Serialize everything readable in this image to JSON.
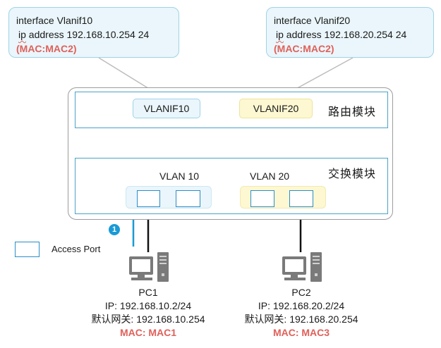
{
  "callouts": {
    "left": {
      "interface": "interface Vlanif10",
      "ip_prefix": "ip",
      "ip_rest": " address 192.168.10.254 24",
      "mac": "(MAC:MAC2)"
    },
    "right": {
      "interface": "interface Vlanif20",
      "ip_prefix": "ip",
      "ip_rest": " address 192.168.20.254 24",
      "mac": "(MAC:MAC2)"
    }
  },
  "switch": {
    "routing_module": {
      "label": "路由模块",
      "vlanif_left": "VLANIF10",
      "vlanif_right": "VLANIF20"
    },
    "switching_module": {
      "label": "交换模块",
      "vlan_left": "VLAN 10",
      "vlan_right": "VLAN 20"
    }
  },
  "step_badge": "1",
  "legend": {
    "label": "Access Port"
  },
  "pcs": [
    {
      "name": "PC1",
      "ip": "IP: 192.168.10.2/24",
      "gateway": "默认网关: 192.168.10.254",
      "mac": "MAC: MAC1"
    },
    {
      "name": "PC2",
      "ip": "IP: 192.168.20.2/24",
      "gateway": "默认网关: 192.168.20.254",
      "mac": "MAC: MAC3"
    }
  ],
  "colors": {
    "accent_blue": "#2b8dc8",
    "module_border": "#4aa3c8",
    "callout_fill": "#eaf6fb",
    "vlan20_fill": "#fdf8d2",
    "mac_red": "#e0605a",
    "arrow_blue": "#1a9ad6"
  },
  "icons": [
    "pc-icon",
    "step-badge-icon",
    "access-port-icon",
    "upward-arrow-icon"
  ]
}
